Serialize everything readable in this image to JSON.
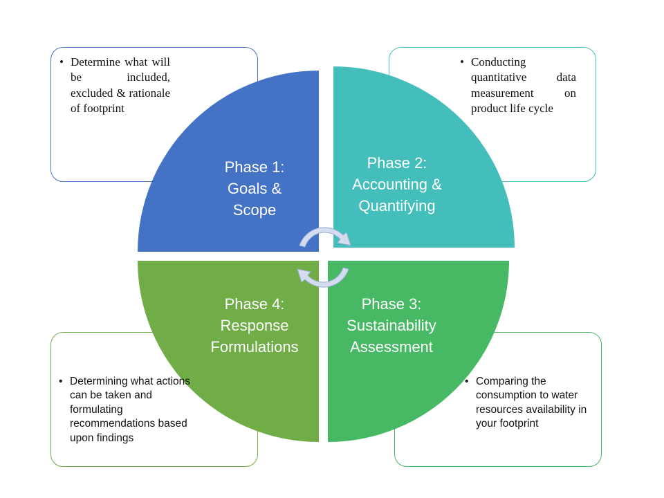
{
  "phases": [
    {
      "label": "Phase 1:\nGoals &\nScope",
      "note": "Determine what will be included, excluded & rationale of footprint",
      "color": "#4472c4"
    },
    {
      "label": "Phase 2:\nAccounting &\nQuantifying",
      "note": "Conducting quantitative data measurement on product life cycle",
      "color": "#43beba"
    },
    {
      "label": "Phase 3:\nSustainability\nAssessment",
      "note": "Comparing the consumption to water resources availability in your footprint",
      "color": "#47b864"
    },
    {
      "label": "Phase 4:\nResponse\nFormulations",
      "note": "Determining what actions can be taken and formulating recommendations based upon findings",
      "color": "#70ad47"
    }
  ],
  "bullet_glyph": "•"
}
